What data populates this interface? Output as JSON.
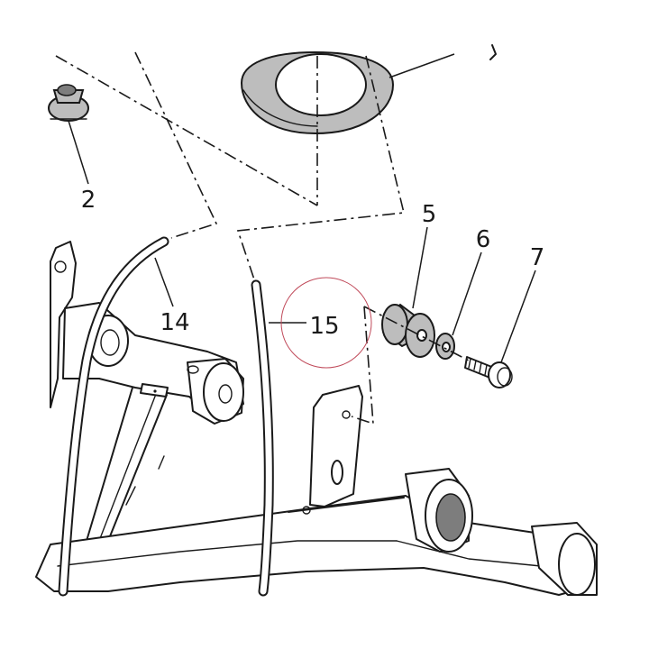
{
  "callouts": {
    "item_2": "2",
    "item_5": "5",
    "item_6": "6",
    "item_7": "7",
    "item_14": "14",
    "item_15": "15"
  },
  "colors": {
    "line": "#1a1a1a",
    "part_fill": "#bdbdbd",
    "highlight": "#c04a5a"
  }
}
